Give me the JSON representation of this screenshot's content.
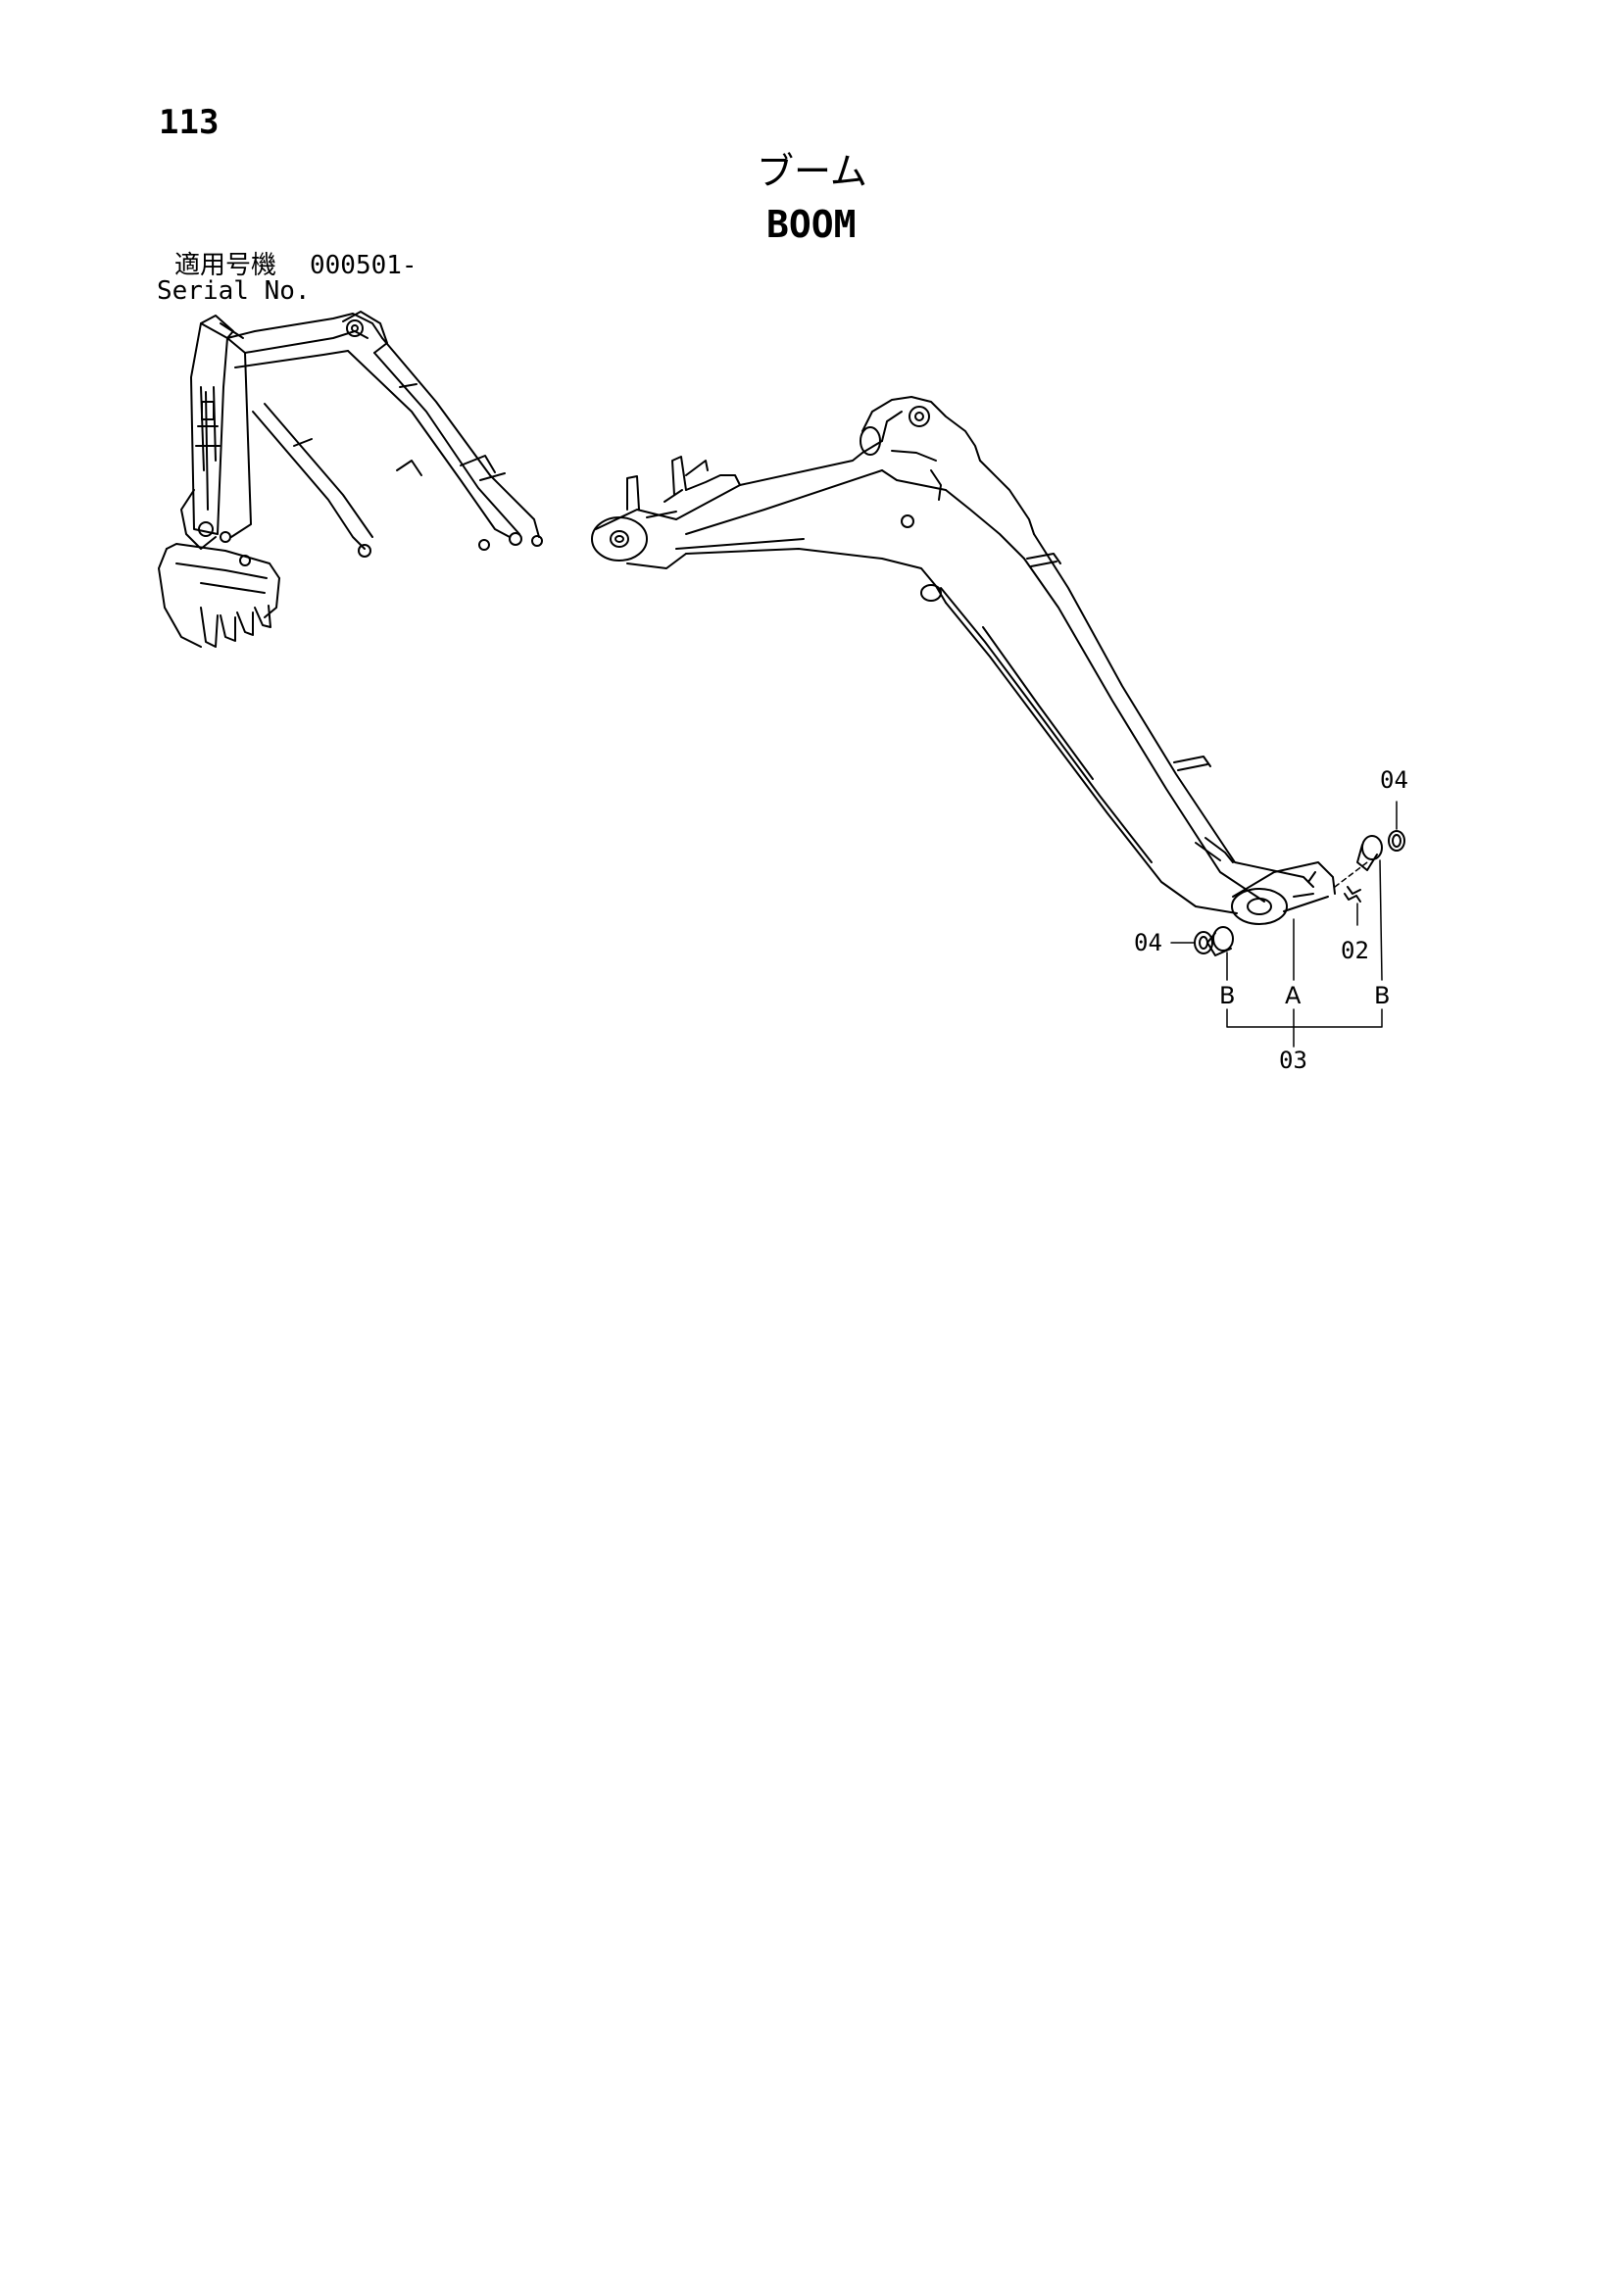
{
  "page": {
    "number": "113",
    "title_jp": "ブーム",
    "title_en": "BOOM"
  },
  "serial": {
    "label_jp": "適用号機",
    "range": "000501-",
    "label_en": "Serial No."
  },
  "callouts": {
    "part_04_right": "04",
    "part_04_left": "04",
    "part_02": "02",
    "part_03": "03",
    "group_a": "A",
    "group_b_left": "B",
    "group_b_right": "B"
  }
}
